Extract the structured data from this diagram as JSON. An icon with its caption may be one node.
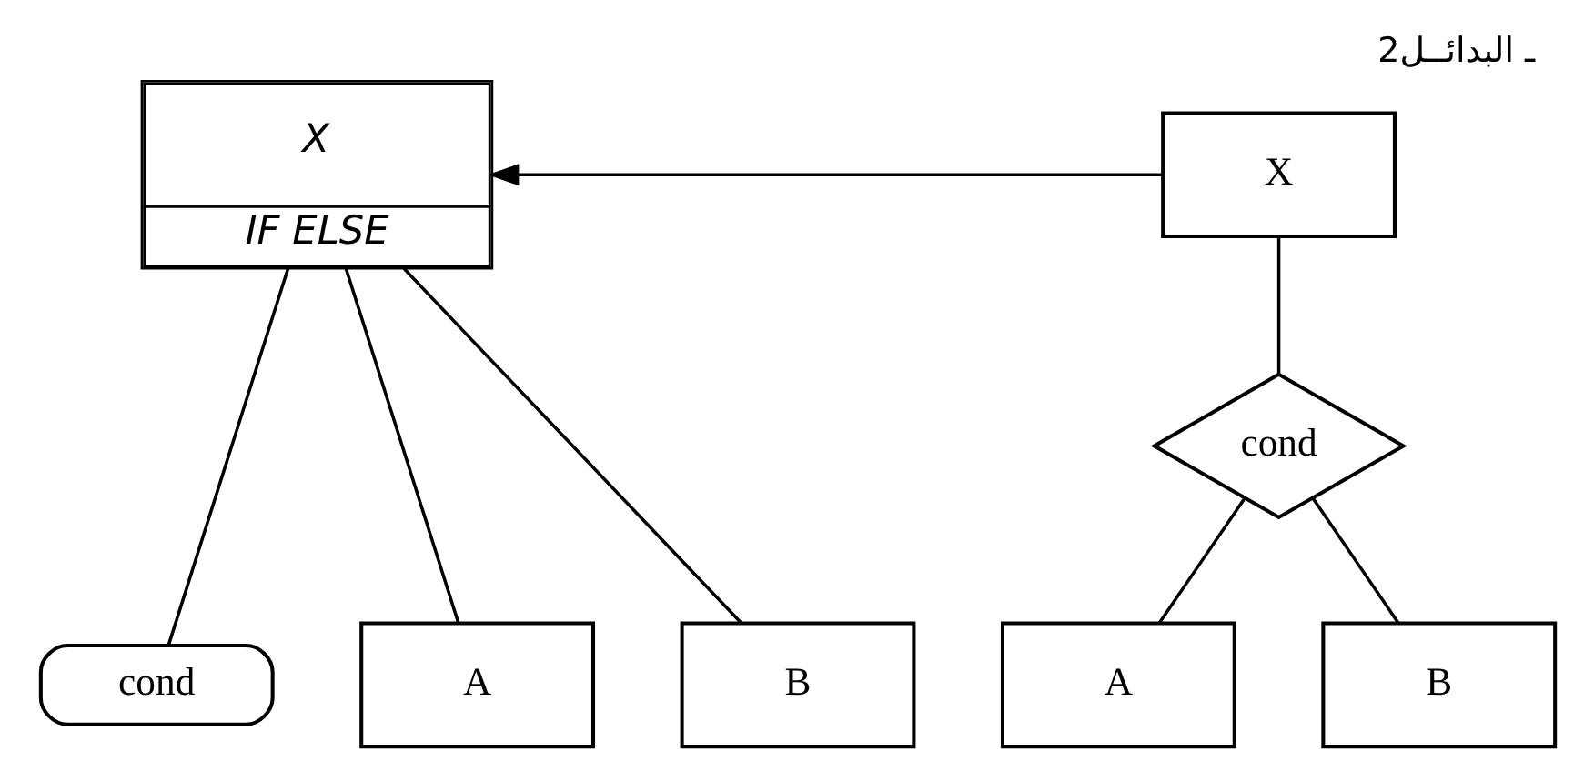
{
  "diagram": {
    "title": "2ـ البدائــل",
    "nodes": [
      {
        "text": [
          "X",
          "IF ELSE"
        ]
      },
      {
        "text": [
          "cond"
        ]
      },
      {
        "text": [
          "A"
        ]
      },
      {
        "text": [
          "B"
        ]
      },
      {
        "text": [
          "X"
        ]
      },
      {
        "text": [
          "cond"
        ]
      },
      {
        "text": [
          "A"
        ]
      },
      {
        "text": [
          "B"
        ]
      }
    ],
    "edges": [
      {
        "from": 0,
        "to": 1,
        "arrow": "none"
      },
      {
        "from": 0,
        "to": 2,
        "arrow": "none"
      },
      {
        "from": 0,
        "to": 3,
        "arrow": "none"
      },
      {
        "from": 4,
        "to": 5,
        "arrow": "none"
      },
      {
        "from": 5,
        "to": 6,
        "arrow": "none"
      },
      {
        "from": 5,
        "to": 7,
        "arrow": "none"
      },
      {
        "from": 4,
        "to": 0,
        "arrow": "to"
      }
    ]
  }
}
